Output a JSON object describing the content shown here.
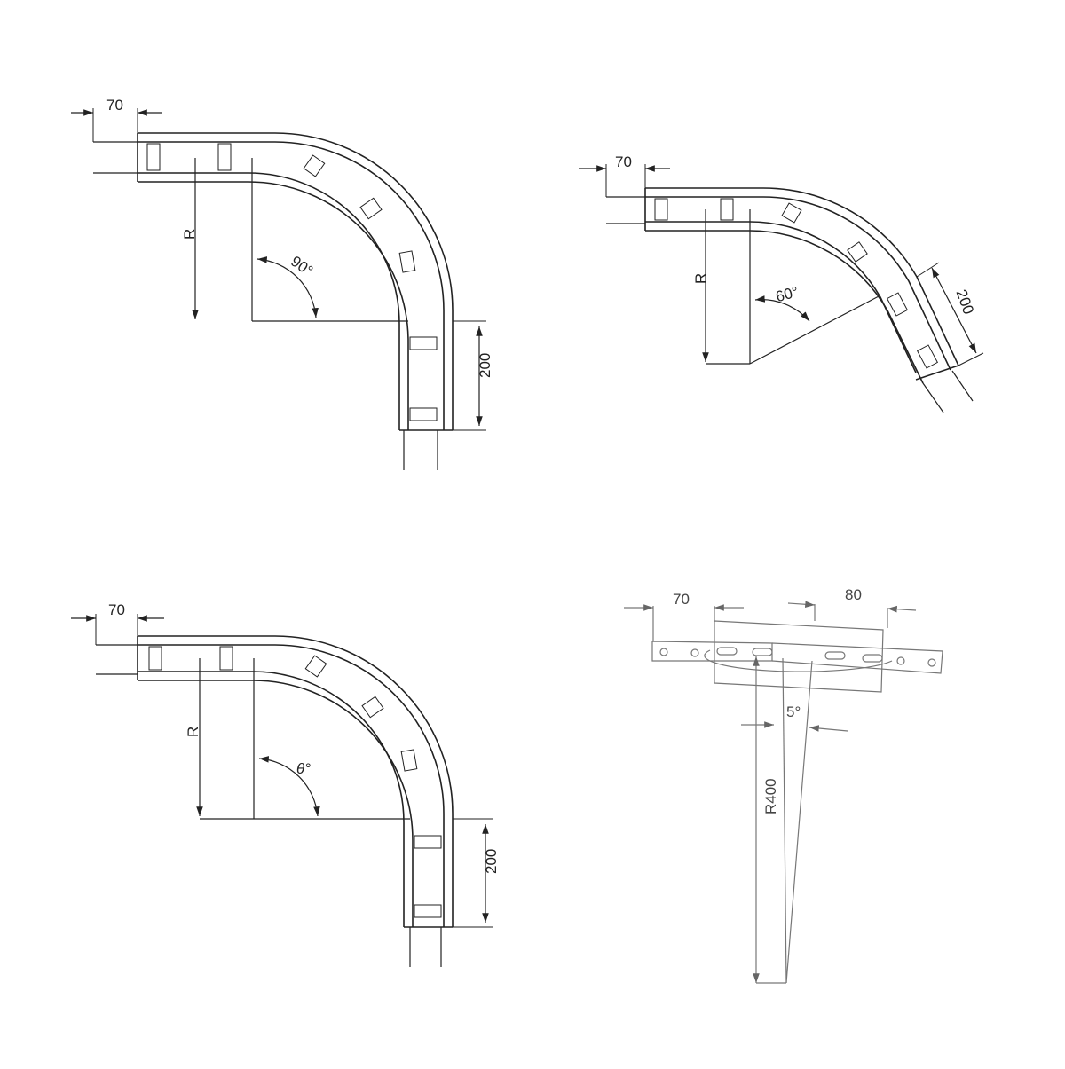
{
  "colors": {
    "line": "#222222",
    "light_line": "#888888",
    "background": "#ffffff"
  },
  "drawings": {
    "bend_90": {
      "width_label": "70",
      "radius_label": "R",
      "angle_label": "90°",
      "length_label": "200"
    },
    "bend_60": {
      "width_label": "70",
      "radius_label": "R",
      "angle_label": "60°",
      "length_label": "200"
    },
    "bend_theta": {
      "width_label": "70",
      "radius_label": "R",
      "angle_label": "θ°",
      "length_label": "200"
    },
    "segment_5": {
      "width_label": "70",
      "second_width_label": "80",
      "angle_label": "5°",
      "radius_label": "R400"
    }
  }
}
